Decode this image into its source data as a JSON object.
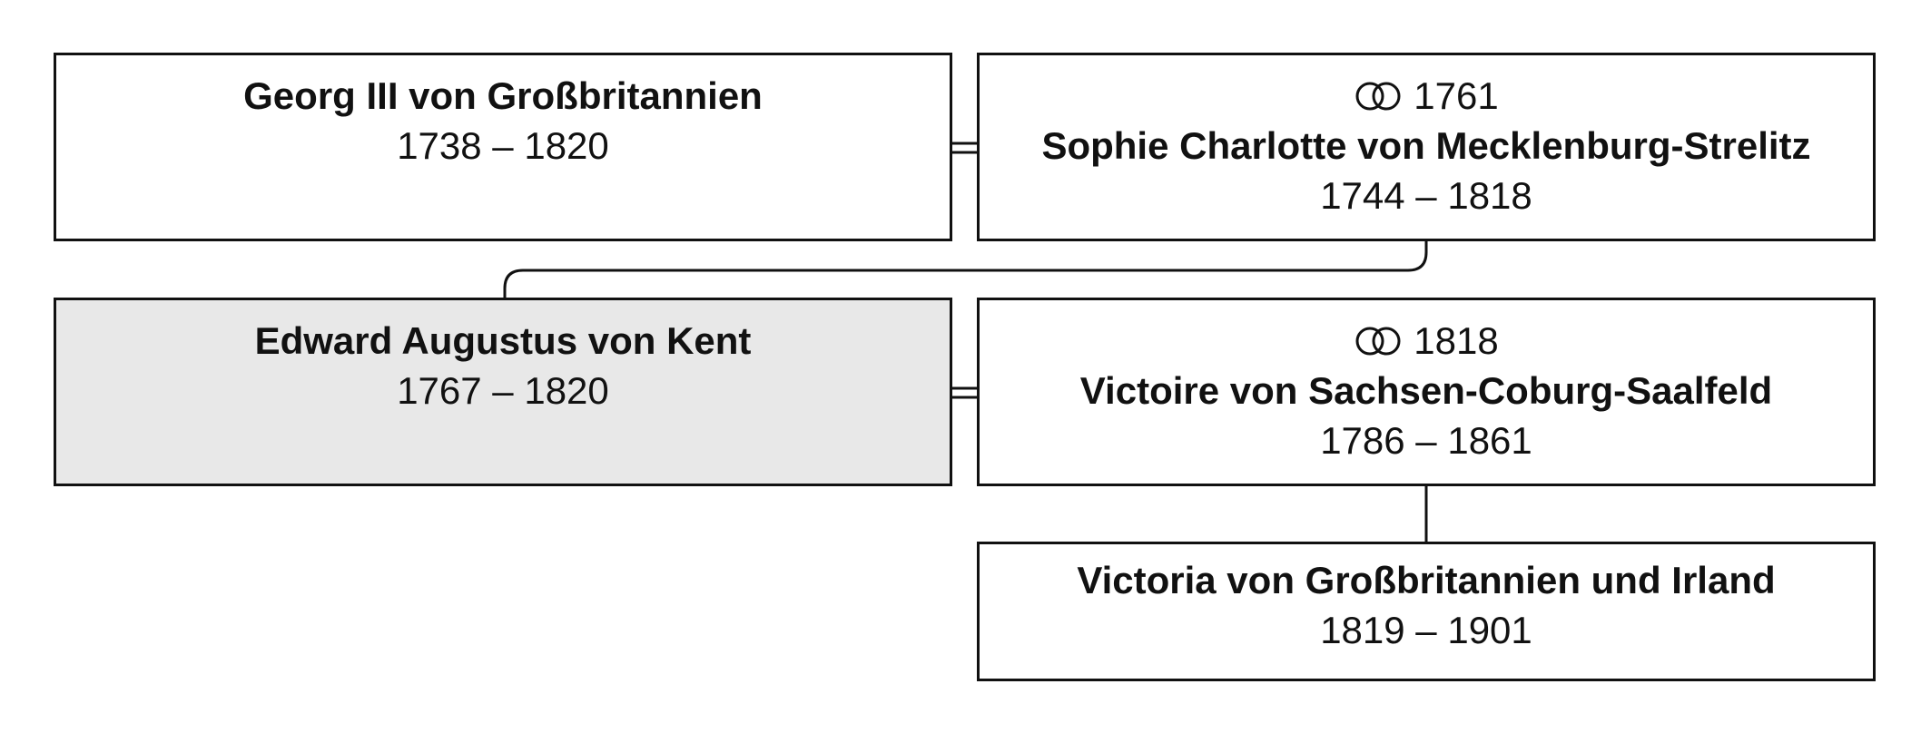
{
  "persons": {
    "georg": {
      "name": "Georg III von Großbritannien",
      "dates": "1738 – 1820"
    },
    "sophie": {
      "marriage_year": "1761",
      "name": "Sophie Charlotte von Mecklenburg-Strelitz",
      "dates": "1744 – 1818"
    },
    "edward": {
      "name": "Edward Augustus von Kent",
      "dates": "1767 – 1820"
    },
    "victoire": {
      "marriage_year": "1818",
      "name": "Victoire von Sachsen-Coburg-Saalfeld",
      "dates": "1786 – 1861"
    },
    "victoria": {
      "name": "Victoria von Großbritannien und Irland",
      "dates": "1819 – 1901"
    }
  },
  "colors": {
    "border": "#111111",
    "highlight_fill": "#e8e8e8",
    "background": "#ffffff"
  },
  "icons": {
    "marriage": "wedding-rings-icon"
  }
}
